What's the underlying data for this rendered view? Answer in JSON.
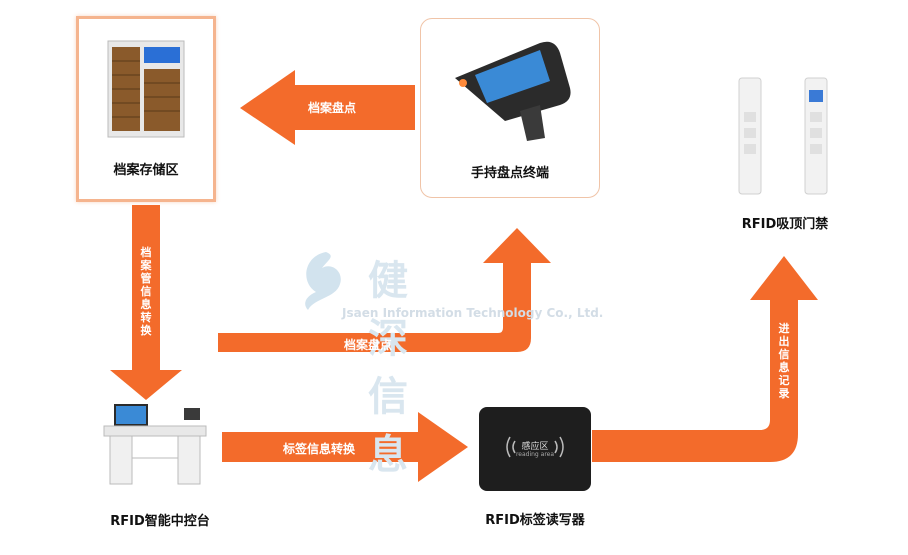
{
  "nodes": {
    "storage": {
      "label": "档案存储区"
    },
    "handheld": {
      "label": "手持盘点终端"
    },
    "gate": {
      "label": "RFID吸顶门禁"
    },
    "console": {
      "label": "RFID智能中控台"
    },
    "reader": {
      "label": "RFID标签读写器",
      "pad_label": "感应区",
      "pad_sublabel": "reading area"
    }
  },
  "edges": {
    "top_arrow": "档案盘点",
    "left_down": "档案管信息转换",
    "middle": "档案盘点",
    "bottom": "标签信息转换",
    "right_up": "进出信息记录"
  },
  "watermark": {
    "title": "健深信息",
    "subtitle": "Jsaen Information Technology Co., Ltd."
  },
  "colors": {
    "arrow": "#f36b2b",
    "box_border": "#f0c4a8",
    "storage_border": "#f5b48e"
  }
}
